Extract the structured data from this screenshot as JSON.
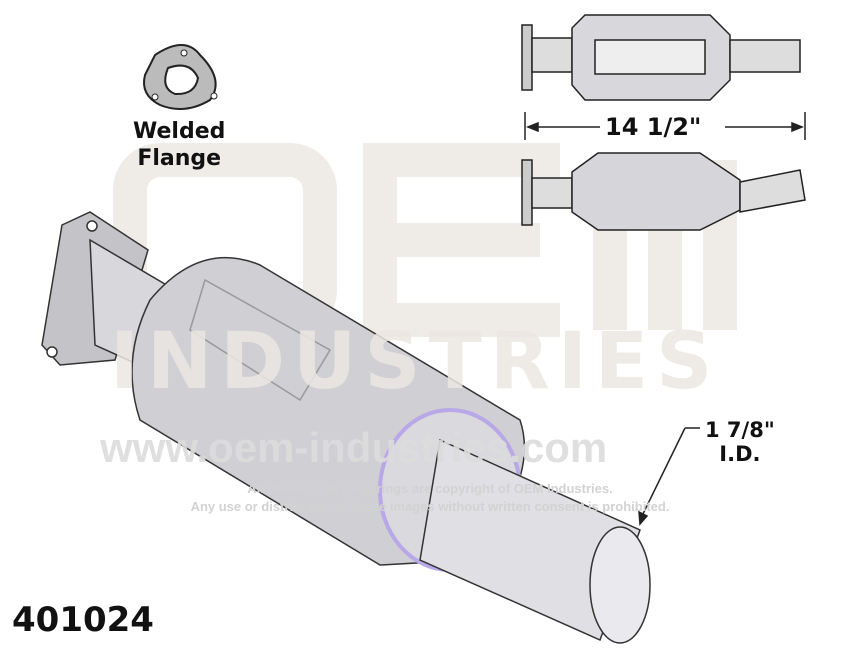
{
  "watermark": {
    "logo": "OEM",
    "industries": "INDUSTRIES",
    "url": "www.oem-industries.com",
    "copyright_line1": "All photos and renderings are copyright of OEM Industries.",
    "copyright_line2": "Any use or distribution of these images without written consent is prohibited."
  },
  "labels": {
    "flange_line1": "Welded",
    "flange_line2": "Flange",
    "length": "14 1/2\"",
    "diameter_line1": "1 7/8\"",
    "diameter_line2": "I.D.",
    "part_number": "401024"
  },
  "colors": {
    "metal": "#c8c8cc",
    "watermark": "#e6e6e6",
    "accent": "#b8a8e8"
  }
}
